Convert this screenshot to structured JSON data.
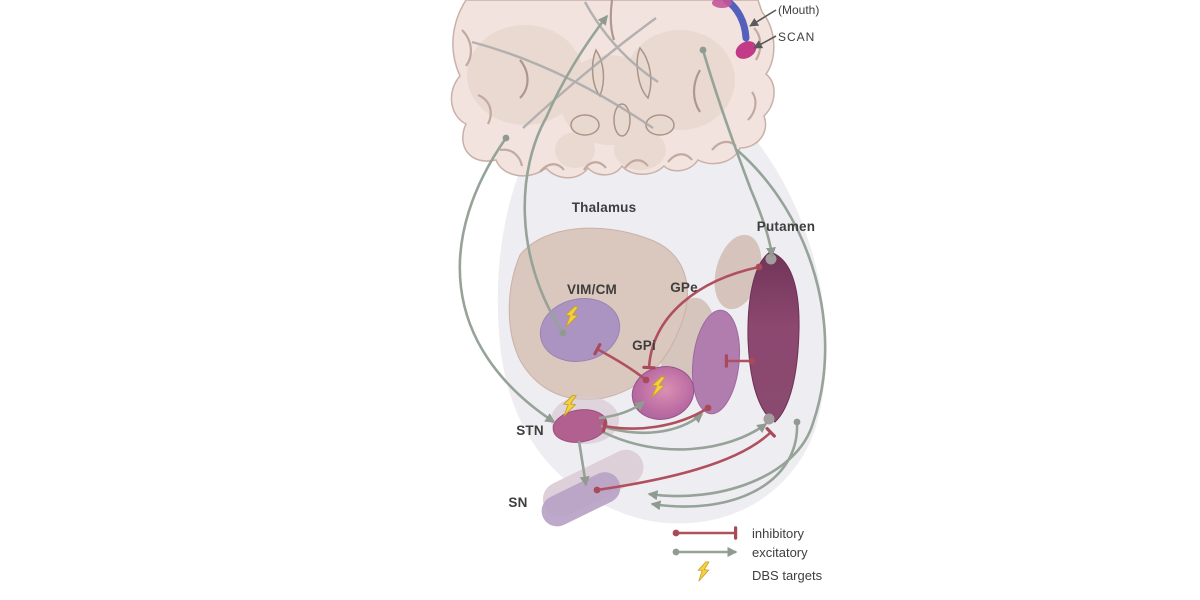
{
  "figure": {
    "description": "Coronal brain section with magnified basal ganglia circuit showing DBS targets",
    "labels": {
      "mouth": "(Mouth)",
      "scan": "SCAN",
      "thalamus": "Thalamus",
      "putamen": "Putamen",
      "vim_cm": "VIM/CM",
      "gpe": "GPe",
      "gpi": "GPi",
      "stn": "STN",
      "sn": "SN"
    },
    "legend": {
      "inhibitory": "inhibitory",
      "excitatory": "excitatory",
      "dbs_targets": "DBS targets"
    },
    "colors": {
      "background": "#ffffff",
      "inhibitory_arrow": "#b0505f",
      "excitatory_arrow": "#96a398",
      "dbs_bolt": "#f3d13f",
      "cortex_pink": "#f2e3de",
      "thalamus": "#dac7be",
      "vim_cm": "#ab93c2",
      "gpi": "#b96da2",
      "gpe": "#b17cae",
      "putamen": "#8d4870",
      "stn": "#b2608f",
      "sn": "#b8a2c6",
      "scan_band_blue": "#5360bc",
      "scan_patch_magenta": "#c23a88",
      "magnify_cone": "#ebeaef"
    },
    "icons": {
      "dbs_target": "lightning-bolt-icon",
      "inhibitory_terminal": "tee-bar",
      "excitatory_terminal": "arrowhead"
    },
    "connections": [
      {
        "from": "cortex",
        "to": "STN",
        "type": "excitatory"
      },
      {
        "from": "VIM/CM",
        "to": "cortex",
        "type": "excitatory"
      },
      {
        "from": "cortex",
        "to": "Putamen",
        "type": "excitatory"
      },
      {
        "from": "STN",
        "to": "GPi",
        "type": "excitatory"
      },
      {
        "from": "STN",
        "to": "GPe",
        "type": "excitatory"
      },
      {
        "from": "STN",
        "to": "Putamen",
        "type": "excitatory"
      },
      {
        "from": "STN",
        "to": "SN",
        "type": "excitatory"
      },
      {
        "from": "cortex",
        "to": "SN",
        "type": "excitatory"
      },
      {
        "from": "Putamen",
        "to": "SN",
        "type": "excitatory"
      },
      {
        "from": "GPi",
        "to": "VIM/CM",
        "type": "inhibitory"
      },
      {
        "from": "Putamen",
        "to": "GPi",
        "type": "inhibitory"
      },
      {
        "from": "Putamen",
        "to": "GPe",
        "type": "inhibitory"
      },
      {
        "from": "GPe",
        "to": "STN",
        "type": "inhibitory"
      },
      {
        "from": "SN",
        "to": "Putamen",
        "type": "inhibitory"
      }
    ],
    "dbs_target_sites": [
      "VIM/CM",
      "GPi",
      "STN"
    ]
  }
}
